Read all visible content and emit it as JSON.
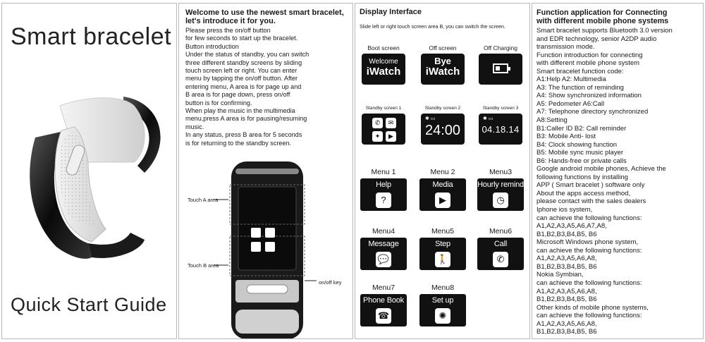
{
  "panel1": {
    "title": "Smart bracelet",
    "subtitle": "Quick Start Guide"
  },
  "panel2": {
    "heading_lines": [
      "Welcome to use the newest smart bracelet,",
      "let's introduce it for you."
    ],
    "body_lines": [
      "Please press the on/off button",
      "for few seconds to start up the bracelet.",
      "Button introduction",
      "Under the status of standby, you can switch",
      "three different standby screens by sliding",
      "touch screen left or right. You can enter",
      "menu by tapping the on/off button. After",
      "entering menu, A area is for page up and",
      "B area is for page down, press on/off",
      "button is for confirming.",
      "When play the music in the multimedia",
      "menu,press A area is for pausing/resuming",
      "music.",
      "In any status, press B area for 5 seconds",
      "is for returning to the standby screen."
    ],
    "labels": {
      "touch_a": "Touch A area",
      "touch_b": "Touch B area",
      "onoff": "on/off key"
    }
  },
  "panel3": {
    "heading": "Display Interface",
    "subheading": "Slide left or right touch screen area B, you can switch the screen.",
    "boot": {
      "label": "Boot screen",
      "line1": "Welcome",
      "line2": "iWatch"
    },
    "off": {
      "label": "Off screen",
      "line1": "Bye",
      "line2": "iWatch"
    },
    "charging": {
      "label": "Off Charging"
    },
    "standby1": {
      "label": "Standby screen 1"
    },
    "standby2": {
      "label": "Standby screen 2",
      "value": "24:00"
    },
    "standby3": {
      "label": "Standby screen 3",
      "value": "04.18.14"
    },
    "menus": [
      {
        "label": "Menu  1",
        "title": "Help",
        "icon": "question-icon",
        "glyph": "?"
      },
      {
        "label": "Menu 2",
        "title": "Media",
        "icon": "play-icon",
        "glyph": "▶"
      },
      {
        "label": "Menu3",
        "title": "Hourly remind",
        "icon": "clock-icon",
        "glyph": "◷"
      },
      {
        "label": "Menu4",
        "title": "Message",
        "icon": "chat-bubble-icon",
        "glyph": "💬"
      },
      {
        "label": "Menu5",
        "title": "Step",
        "icon": "walker-icon",
        "glyph": "🚶"
      },
      {
        "label": "Menu6",
        "title": "Call",
        "icon": "phone-icon",
        "glyph": "✆"
      },
      {
        "label": "Menu7",
        "title": "Phone Book",
        "icon": "phonebook-icon",
        "glyph": "☎"
      },
      {
        "label": "Menu8",
        "title": "Set up",
        "icon": "gear-sun-icon",
        "glyph": "✺"
      }
    ]
  },
  "panel4": {
    "heading_lines": [
      "Function application for Connecting",
      "with different mobile phone systems"
    ],
    "body_lines": [
      "Smart bracelet supports Bluetooth 3.0 version",
      "and EDR technology, senior A2DP audio",
      "transmission mode.",
      "Function introduction for connecting",
      "with different mobile phone system",
      "Smart bracelet function code:",
      "A1:Help   A2: Multimedia",
      "A3: The function of reminding",
      "A4: Show synchronized information",
      "A5: Pedometer   A6:Call",
      "A7: Telephone directory synchronized",
      "A8:Setting",
      "B1:Caller ID   B2: Call reminder",
      "B3: Mobile Anti- lost",
      "B4: Clock showing function",
      "B5: Mobile sync music player",
      "B6: Hands-free or private calls",
      "Google android mobile phones, Achieve the",
      "following functions by installing",
      "APP ( Smart bracelet ) software only",
      "About the apps access method,",
      "please contact with the sales dealers",
      "Iphone ios system,",
      "can achieve the following functions:",
      "A1,A2,A3,A5,A6,A7,A8,",
      "B1,B2,B3,B4,B5, B6",
      "Microsoft Windows phone system,",
      "can achieve the following functions:",
      "A1,A2,A3,A5,A6,A8,",
      "B1,B2,B3,B4,B5, B6",
      "Nokia Symbian,",
      " can achieve the following functions:",
      "A1,A2,A3,A5,A6,A8,",
      "B1,B2,B3,B4,B5, B6",
      "Other kinds of mobile phone systems,",
      "can achieve the following functions:",
      "A1,A2,A3,A5,A6,A8,",
      "B1,B2,B3,B4,B5, B6"
    ]
  }
}
